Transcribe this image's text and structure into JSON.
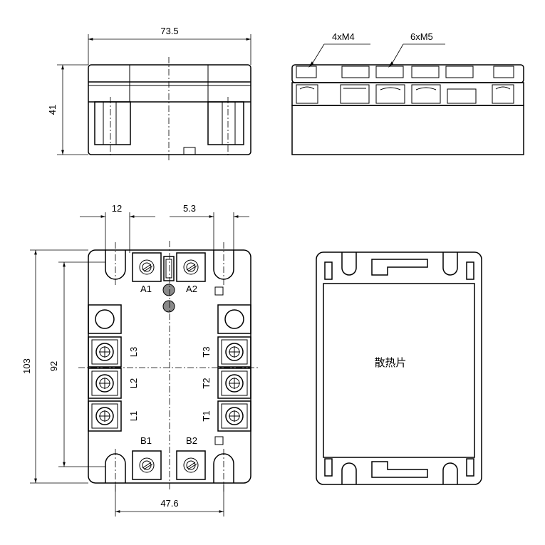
{
  "dimensions": {
    "width_top": "73.5",
    "height_side": "41",
    "screw_m4": "4xM4",
    "screw_m5": "6xM5",
    "pitch_12": "12",
    "hole_53": "5.3",
    "height_103": "103",
    "height_92": "92",
    "width_476": "47.6"
  },
  "terminals": {
    "a1": "A1",
    "a2": "A2",
    "l1": "L1",
    "l2": "L2",
    "l3": "L3",
    "t1": "T1",
    "t2": "T2",
    "t3": "T3",
    "b1": "B1",
    "b2": "B2"
  },
  "heatsink_label": "散热片"
}
